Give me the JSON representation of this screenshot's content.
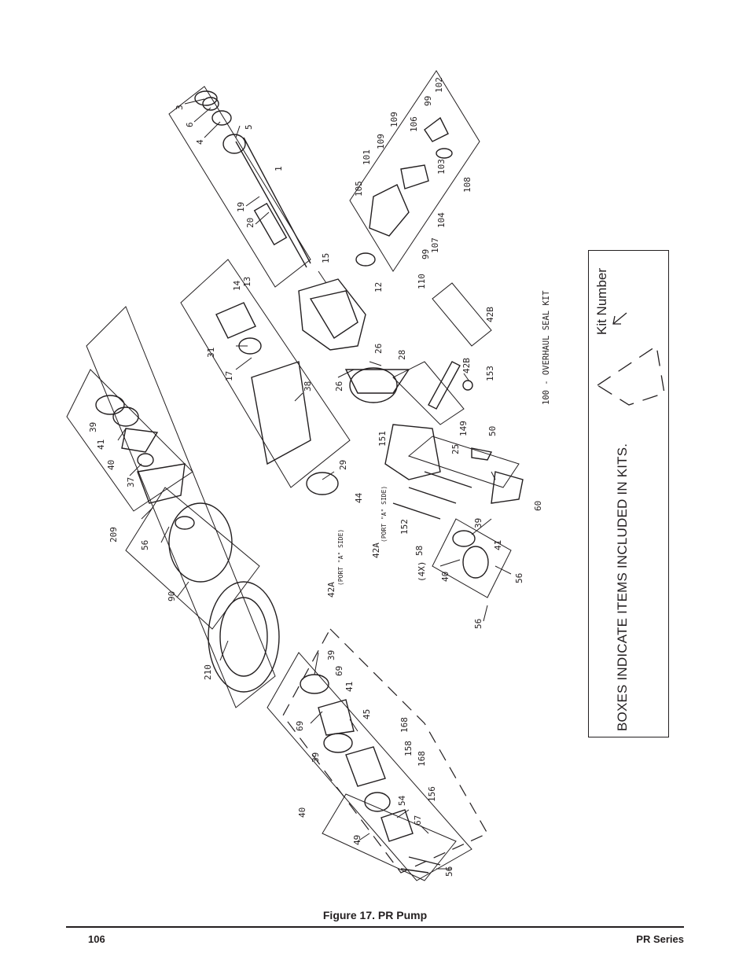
{
  "figure": {
    "caption": "Figure 17. PR Pump",
    "kit_title": "100 - OVERHAUL SEAL KIT",
    "legend": {
      "boxes_text": "BOXES INDICATE ITEMS INCLUDED IN KITS.",
      "kit_number_label": "Kit Number"
    },
    "port_labels": {
      "a_side": "(PORT \"A\" SIDE)",
      "b_side": "(PORT \"A\" SIDE)"
    },
    "multiplier": "(4X)",
    "callouts": [
      "3",
      "6",
      "4",
      "5",
      "1",
      "19",
      "20",
      "15",
      "12",
      "110",
      "99",
      "107",
      "104",
      "108",
      "103",
      "102",
      "99",
      "106",
      "109",
      "109",
      "101",
      "105",
      "14",
      "13",
      "31",
      "17",
      "38",
      "29",
      "26",
      "26",
      "28",
      "100",
      "42B",
      "153",
      "42B",
      "149",
      "25",
      "50",
      "60",
      "151",
      "44",
      "152",
      "58",
      "42A",
      "42A",
      "39",
      "41",
      "40",
      "56",
      "56",
      "39",
      "41",
      "40",
      "37",
      "209",
      "56",
      "90",
      "210",
      "39",
      "69",
      "41",
      "69",
      "45",
      "168",
      "158",
      "168",
      "39",
      "156",
      "54",
      "67",
      "49",
      "40",
      "56"
    ]
  },
  "footer": {
    "page_number": "106",
    "series": "PR Series"
  }
}
